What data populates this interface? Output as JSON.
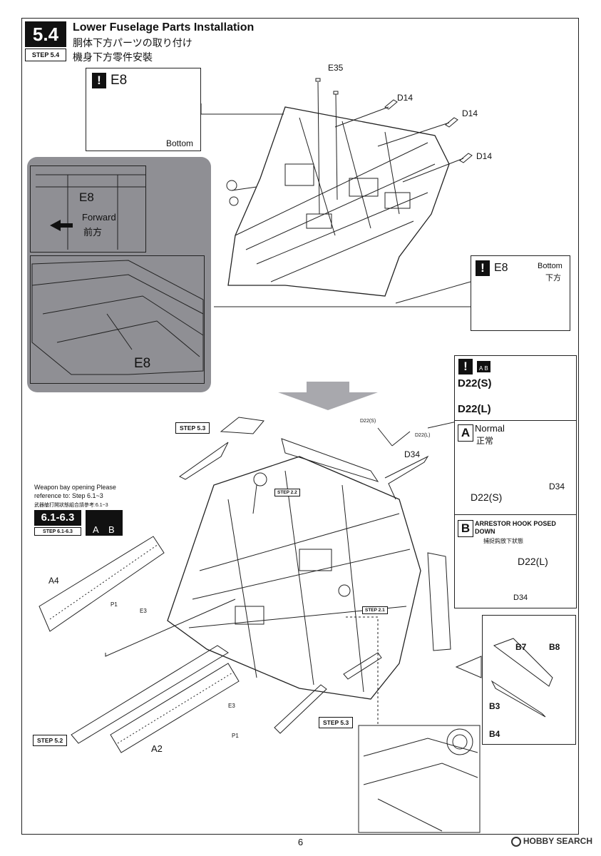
{
  "header": {
    "step_number": "5.4",
    "step_tag": "STEP 5.4",
    "title_en": "Lower Fuselage Parts Installation",
    "title_jp": "胴体下方パーツの取り付け",
    "title_zh": "機身下方零件安裝"
  },
  "callout_e8_top": {
    "part": "E8",
    "bottom_label": "Bottom"
  },
  "detail_inset": {
    "part": "E8",
    "forward_en": "Forward",
    "forward_jp": "前方",
    "part_lower": "E8"
  },
  "callout_e8_right": {
    "part": "E8",
    "bottom_en": "Bottom",
    "bottom_jp": "下方"
  },
  "upper_parts": {
    "e35": "E35",
    "d14a": "D14",
    "d14b": "D14",
    "d14c": "D14"
  },
  "d22_panel": {
    "d22s": "D22(S)",
    "d22l": "D22(L)",
    "ab_a": "A",
    "ab_b": "B",
    "option_a_letter": "A",
    "option_a_en": "Normal",
    "option_a_jp": "正常",
    "option_a_d22": "D22(S)",
    "option_a_d34": "D34",
    "option_b_letter": "B",
    "option_b_en": "ARRESTOR HOOK POSED DOWN",
    "option_b_zh": "捕捉鈎放下狀態",
    "option_b_d22": "D22(L)",
    "option_b_d34": "D34"
  },
  "weapon_bay": {
    "note_en_1": "Weapon bay opening Please",
    "note_en_2": "reference to: Step 6.1~3",
    "note_zh": "武器艙打開狀態組合請參考:6.1~3",
    "ref_box": "6.1-6.3",
    "ref_tag": "STEP 6.1-6.3",
    "ab_a": "A",
    "ab_b": "B"
  },
  "lower_labels": {
    "step53_top": "STEP 5.3",
    "step53_bottom": "STEP 5.3",
    "step52": "STEP 5.2",
    "step22": "STEP 2.2",
    "step21": "STEP 2.1",
    "a4": "A4",
    "a2": "A2",
    "p1_top": "P1",
    "e3_top": "E3",
    "e3_bottom": "E3",
    "p1_bottom": "P1",
    "d22s_small": "D22(S)",
    "d22l_small": "D22(L)",
    "d34": "D34",
    "b7": "B7",
    "b8": "B8",
    "b3": "B3",
    "b4": "B4"
  },
  "footer": {
    "page": "6",
    "logo": "HOBBY SEARCH"
  },
  "colors": {
    "ink": "#111111",
    "panel_gray": "#8f8f94",
    "arrow_gray": "#a8a8ad"
  }
}
